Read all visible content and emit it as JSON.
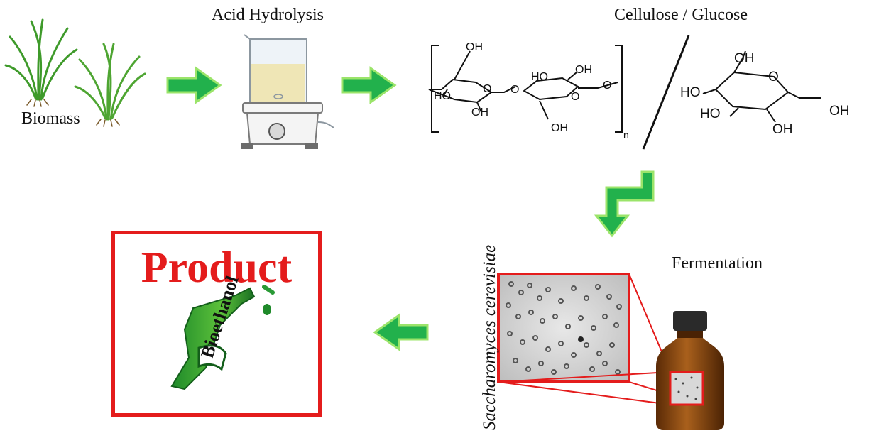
{
  "labels": {
    "acid_hydrolysis": "Acid Hydrolysis",
    "cellulose_glucose": "Cellulose / Glucose",
    "biomass": "Biomass",
    "fermentation": "Fermentation",
    "species": "Saccharomyces  cerevisiae",
    "product": "Product",
    "bioethanol": "Bioethanol"
  },
  "cellulose": {
    "oh": "OH",
    "o": "O",
    "ho": "HO",
    "n": "n"
  },
  "glucose": {
    "oh": "OH",
    "o": "O",
    "ho": "HO"
  },
  "colors": {
    "arrow_green": "#22b14c",
    "arrow_green_light": "#9be46a",
    "highlight_red": "#e41c1c",
    "bottle_brown": "#8a4a14",
    "liquid_yellow": "#efe6b6"
  }
}
